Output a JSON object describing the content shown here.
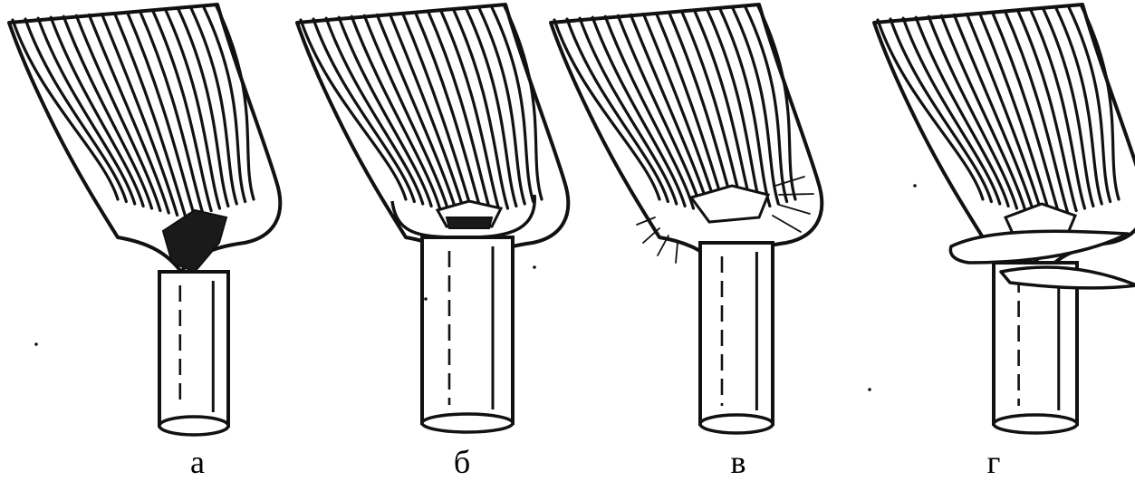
{
  "figure": {
    "panels": [
      {
        "label": "а",
        "variant": "ligule-membranous-pointed"
      },
      {
        "label": "б",
        "variant": "sheath-collar"
      },
      {
        "label": "в",
        "variant": "ligule-with-hairs"
      },
      {
        "label": "г",
        "variant": "auricles"
      }
    ],
    "colors": {
      "ink": "#111111",
      "background": "#ffffff"
    }
  }
}
